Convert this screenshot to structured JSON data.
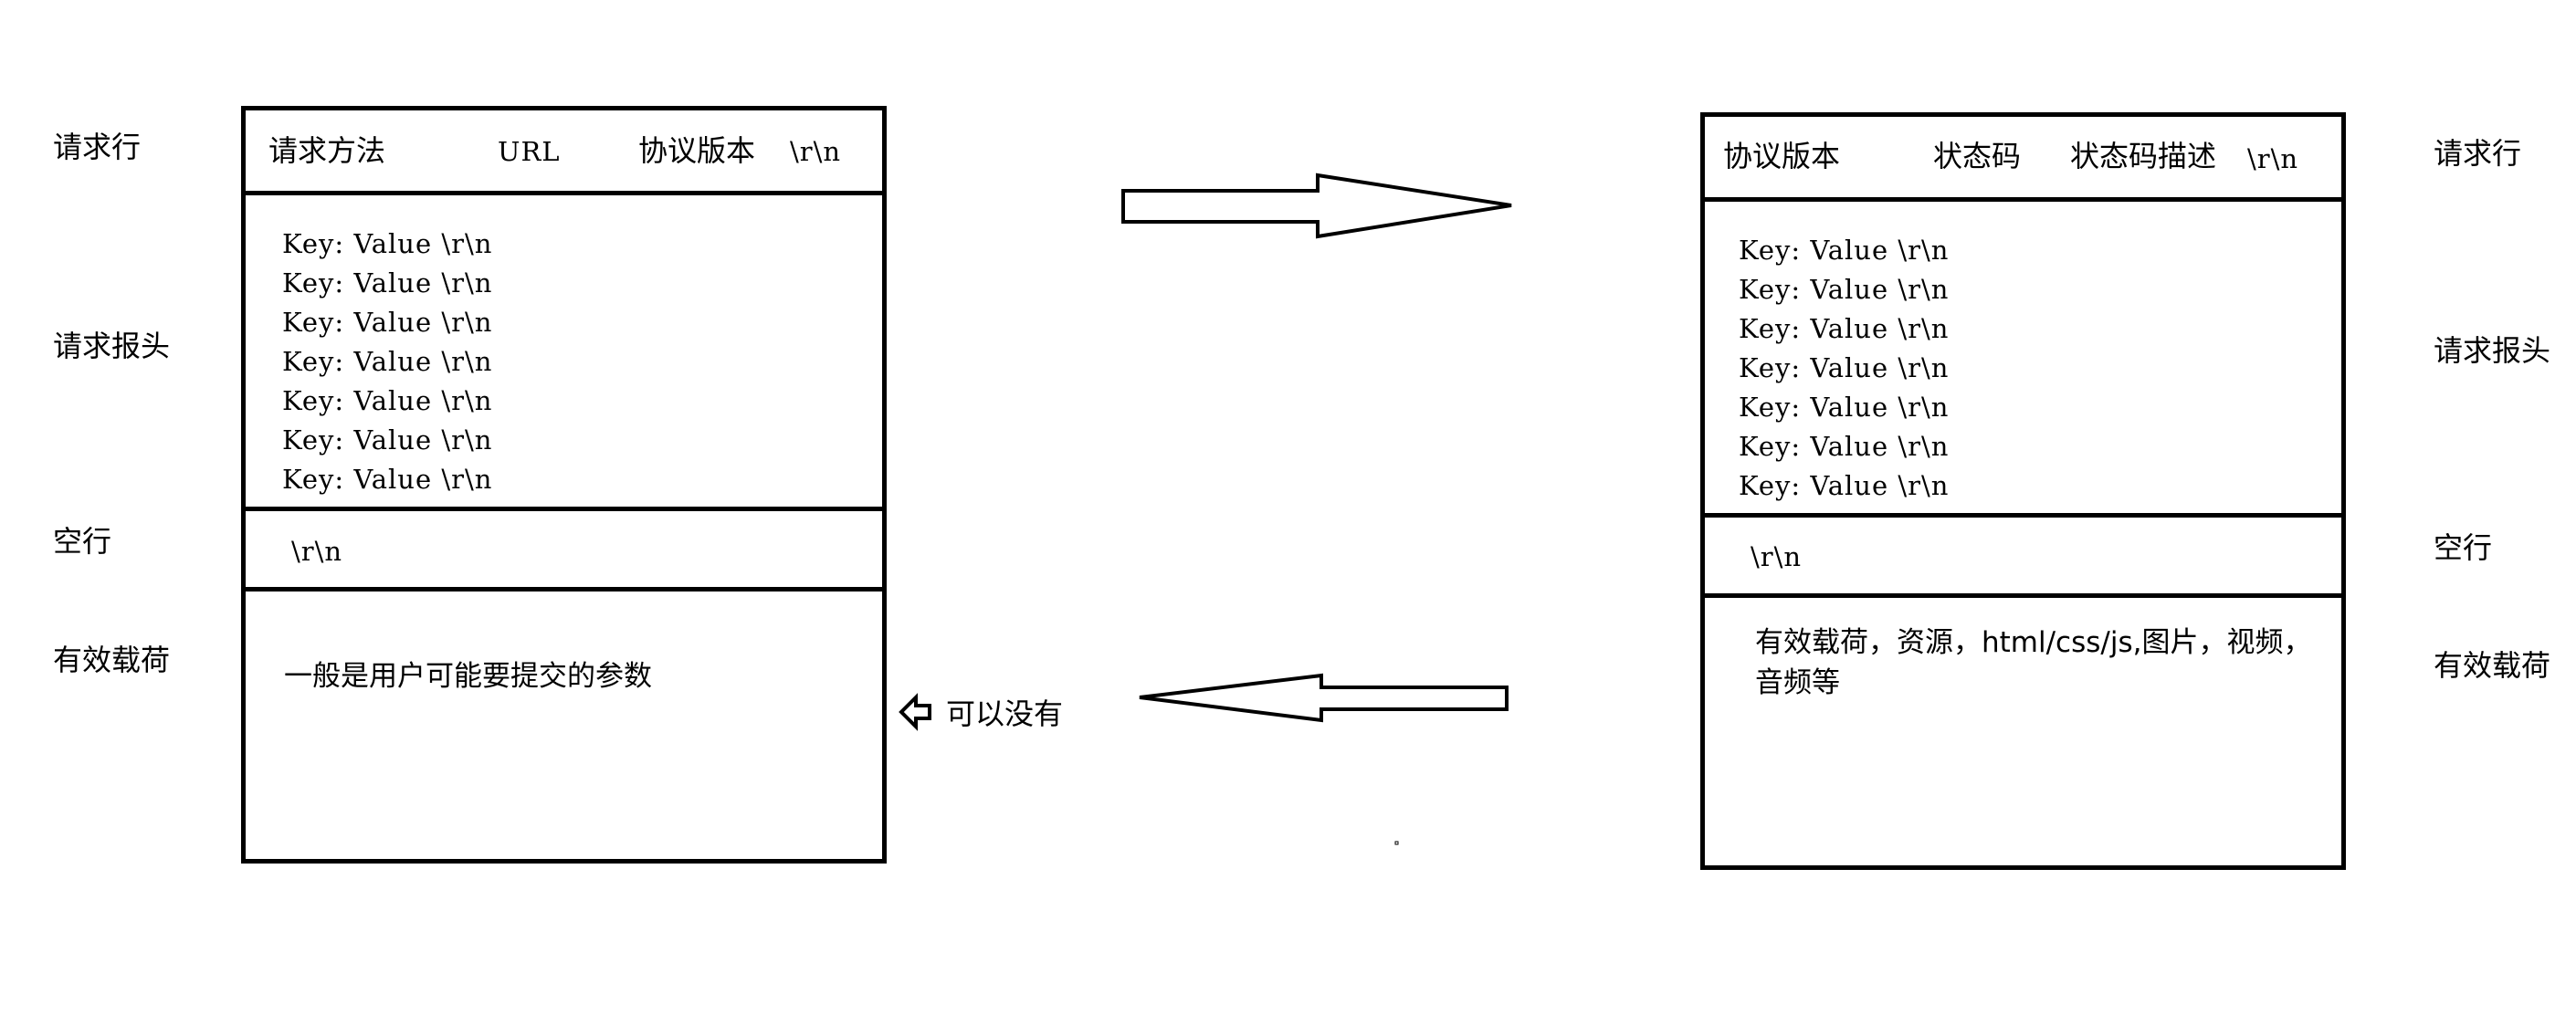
{
  "request": {
    "labels": {
      "request_line": "请求行",
      "headers": "请求报头",
      "blank_line": "空行",
      "payload": "有效载荷"
    },
    "line": {
      "method": "请求方法",
      "url": "URL",
      "version": "协议版本",
      "crlf": "\\r\\n"
    },
    "headers": [
      "Key: Value \\r\\n",
      "Key: Value \\r\\n",
      "Key: Value \\r\\n",
      "Key: Value \\r\\n",
      "Key: Value \\r\\n",
      "Key: Value \\r\\n",
      "Key: Value \\r\\n"
    ],
    "blank": "\\r\\n",
    "payload": "一般是用户可能要提交的参数"
  },
  "response": {
    "labels": {
      "request_line": "请求行",
      "headers": "请求报头",
      "blank_line": "空行",
      "payload": "有效载荷"
    },
    "line": {
      "version": "协议版本",
      "status_code": "状态码",
      "status_desc": "状态码描述",
      "crlf": "\\r\\n"
    },
    "headers": [
      "Key: Value \\r\\n",
      "Key: Value \\r\\n",
      "Key: Value \\r\\n",
      "Key: Value \\r\\n",
      "Key: Value \\r\\n",
      "Key: Value \\r\\n",
      "Key: Value \\r\\n"
    ],
    "blank": "\\r\\n",
    "payload": "有效载荷，资源，html/css/js,图片，视频，音频等"
  },
  "optional_note": "可以没有"
}
